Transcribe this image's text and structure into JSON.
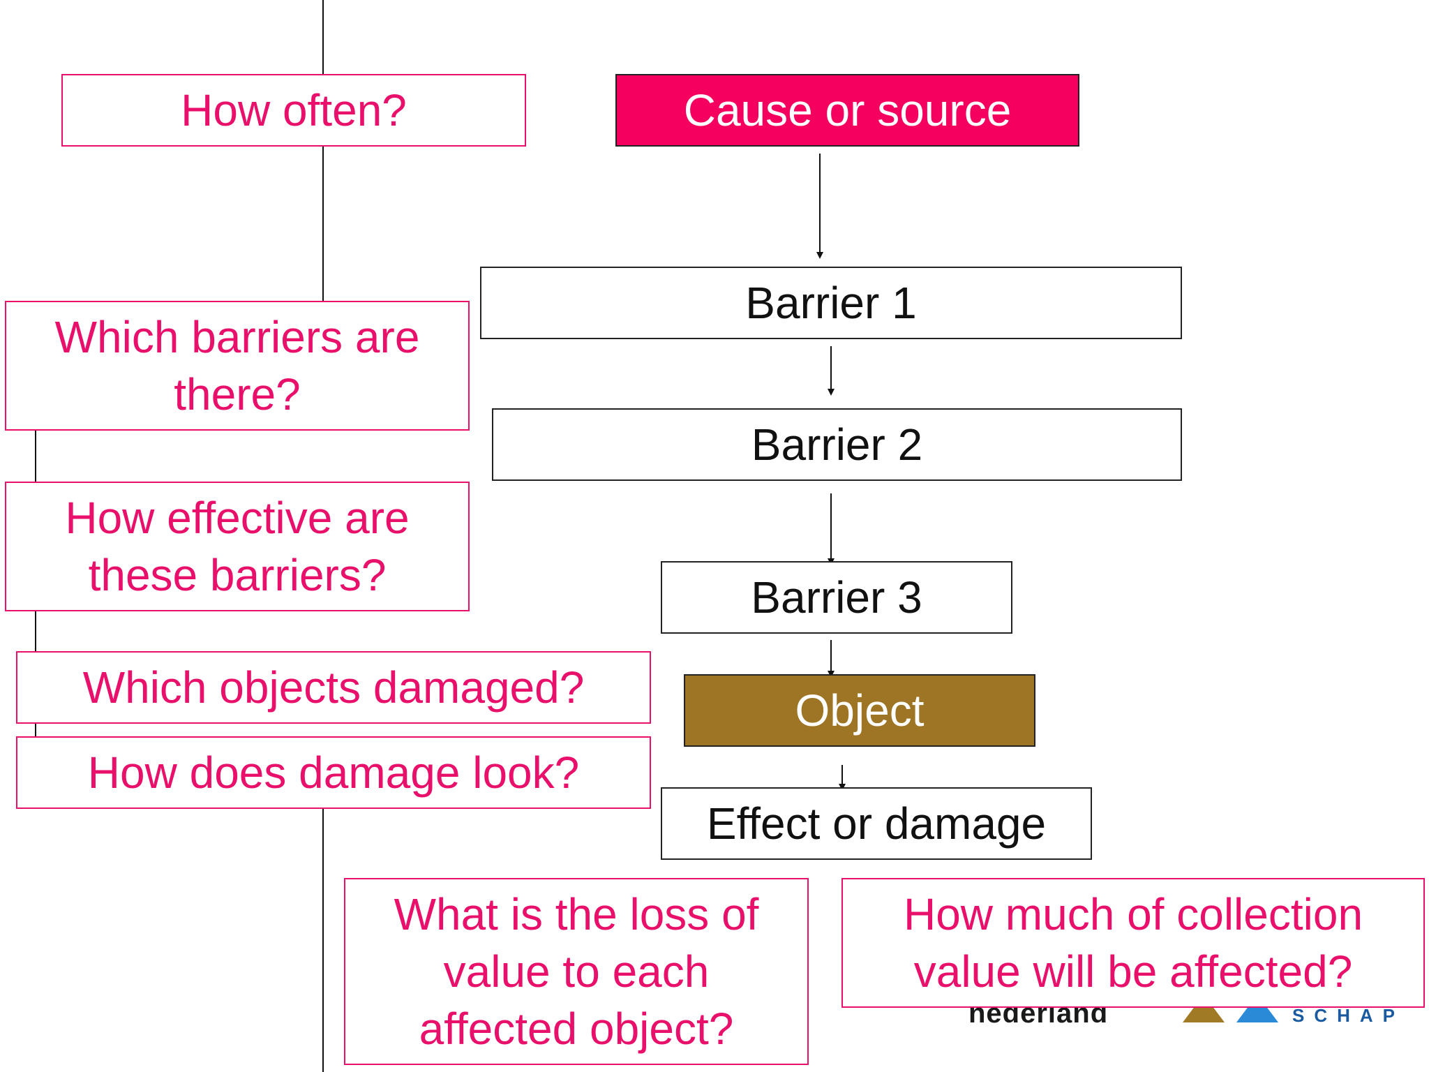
{
  "colors": {
    "question_border": "#e8106a",
    "question_text": "#e8106a",
    "flow_border": "#222222",
    "flow_text": "#111111",
    "cause_fill": "#f5005f",
    "object_fill": "#9d7524",
    "logo_gold": "#a07a25",
    "logo_blue": "#2a8ad8",
    "connector": "#111111"
  },
  "flow": {
    "cause": "Cause or source",
    "barrier_1": "Barrier 1",
    "barrier_2": "Barrier 2",
    "barrier_3": "Barrier 3",
    "object": "Object",
    "effect": "Effect or damage"
  },
  "questions": {
    "how_often": "How often?",
    "which_barriers": [
      "Which barriers are",
      "there?"
    ],
    "how_effective": [
      "How effective are",
      "these barriers?"
    ],
    "which_objects": "Which objects damaged?",
    "damage_look": "How does damage look?",
    "loss_of_value": [
      "What is the loss of",
      "value to each",
      "affected object?"
    ],
    "collection_value": [
      "How much of collection",
      "value will be affected?"
    ]
  },
  "logo": {
    "name_fragment": "nederland",
    "sub_fragment": "SCHAP"
  }
}
